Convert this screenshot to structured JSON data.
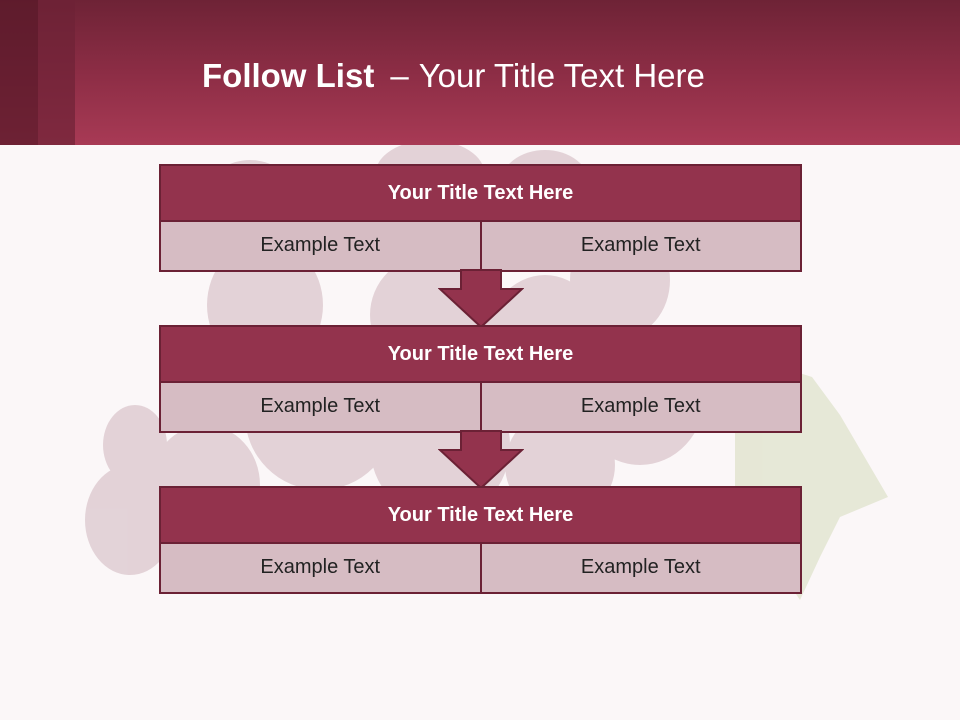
{
  "header": {
    "title_bold": "Follow List",
    "title_dash": "–",
    "title_rest": "Your Title Text Here"
  },
  "colors": {
    "header": "#a83a55",
    "block_title": "#93334d",
    "block_cell": "#d6bcc3",
    "border": "#6b2135",
    "background": "#fbf7f8"
  },
  "blocks": [
    {
      "title": "Your Title Text Here",
      "cells": [
        "Example Text",
        "Example Text"
      ]
    },
    {
      "title": "Your Title Text Here",
      "cells": [
        "Example Text",
        "Example Text"
      ]
    },
    {
      "title": "Your Title Text Here",
      "cells": [
        "Example Text",
        "Example Text"
      ]
    }
  ],
  "arrows": [
    "arrow-down-icon",
    "arrow-down-icon"
  ],
  "background_image": "grapes-and-leaf"
}
